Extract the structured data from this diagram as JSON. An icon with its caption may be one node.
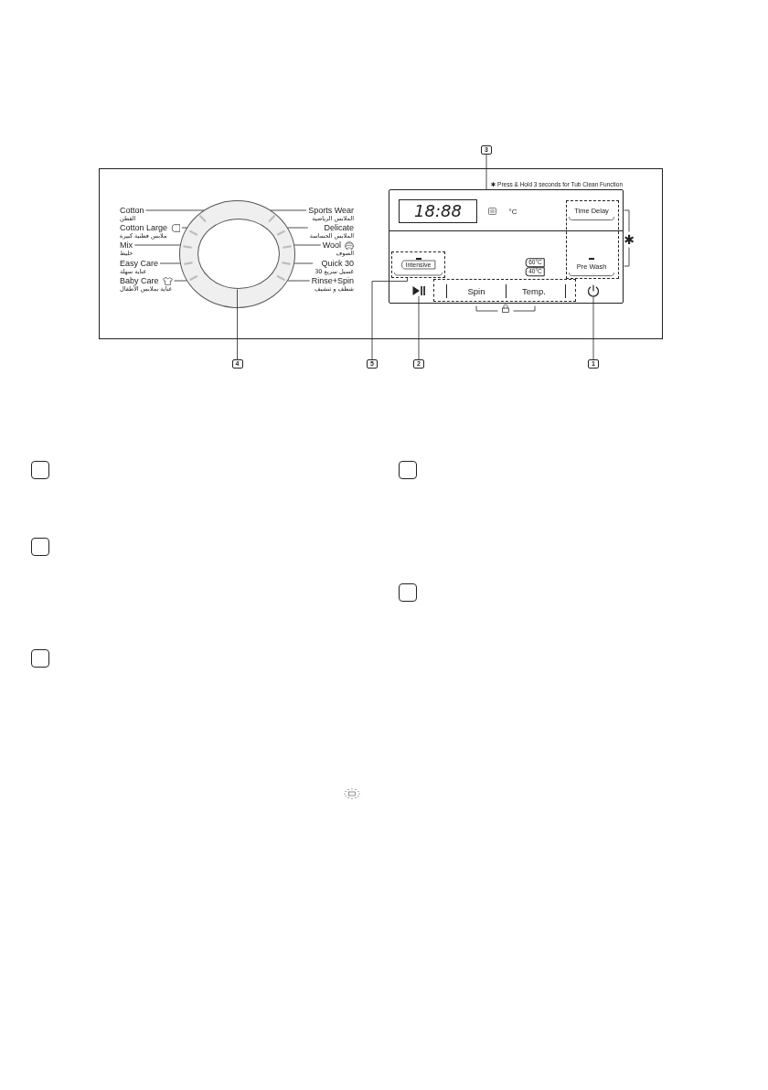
{
  "diagram": {
    "nodes": [
      {
        "text": [],
        "shape": "circle"
      },
      {
        "text": [
          "Cotton",
          "القطن"
        ]
      },
      {
        "text": [
          "Cotton Large",
          "ملابس قطنية كبيرة"
        ]
      },
      {
        "text": [
          "Mix",
          "خليط"
        ]
      },
      {
        "text": [
          "Easy Care",
          "عناية سهلة"
        ]
      },
      {
        "text": [
          "Baby Care",
          "عناية بملابس الأطفال"
        ]
      },
      {
        "text": [
          "Sports Wear",
          "الملابس الرياضية"
        ]
      },
      {
        "text": [
          "Delicate",
          "الملابس الحساسة"
        ]
      },
      {
        "text": [
          "Wool",
          "الصوف"
        ]
      },
      {
        "text": [
          "Quick 30",
          "غسيل سريع 30"
        ]
      },
      {
        "text": [
          "Rinse+Spin",
          "شطف و تنشيف"
        ]
      },
      {
        "text": [],
        "shape": "box"
      },
      {
        "text": [
          "18:88"
        ],
        "in": 11
      },
      {
        "text": [
          "Time Delay"
        ],
        "in": 11
      },
      {
        "text": [
          "Intensive"
        ],
        "in": 11
      },
      {
        "text": [
          "60°C"
        ],
        "in": 11
      },
      {
        "text": [
          "40°C"
        ],
        "in": 11
      },
      {
        "text": [
          "Pre Wash"
        ],
        "in": 11
      },
      {
        "text": [],
        "shape": "picture",
        "in": 11
      },
      {
        "text": [
          "Spin"
        ],
        "in": 11
      },
      {
        "text": [
          "Temp."
        ],
        "in": 11
      },
      {
        "text": [],
        "shape": "picture",
        "in": 11
      },
      {
        "text": [
          "3"
        ]
      },
      {
        "text": [
          "4"
        ]
      },
      {
        "text": [
          "5"
        ]
      },
      {
        "text": [
          "2"
        ]
      },
      {
        "text": [
          "1"
        ]
      },
      {
        "text": [],
        "shape": "box"
      },
      {
        "text": [],
        "shape": "box"
      },
      {
        "text": [],
        "shape": "box"
      },
      {
        "text": [],
        "shape": "box"
      },
      {
        "text": [],
        "shape": "box"
      },
      {
        "text": [],
        "shape": "circle",
        "in": 0
      }
    ],
    "edges": [
      {
        "from": 22,
        "to": 11,
        "arrow": "none"
      },
      {
        "from": 23,
        "to": 32,
        "arrow": "none"
      },
      {
        "from": 24,
        "to": 14,
        "arrow": "none"
      },
      {
        "from": 25,
        "to": 18,
        "arrow": "none"
      },
      {
        "from": 26,
        "to": 21,
        "arrow": "none"
      },
      {
        "from": 1,
        "to": 0,
        "arrow": "none"
      },
      {
        "from": 2,
        "to": 0,
        "arrow": "none"
      },
      {
        "from": 3,
        "to": 0,
        "arrow": "none"
      },
      {
        "from": 4,
        "to": 0,
        "arrow": "none"
      },
      {
        "from": 5,
        "to": 0,
        "arrow": "none"
      },
      {
        "from": 6,
        "to": 0,
        "arrow": "none"
      },
      {
        "from": 7,
        "to": 0,
        "arrow": "none"
      },
      {
        "from": 8,
        "to": 0,
        "arrow": "none"
      },
      {
        "from": 9,
        "to": 0,
        "arrow": "none"
      },
      {
        "from": 10,
        "to": 0,
        "arrow": "none"
      }
    ],
    "labels": [
      "✱ Press & Hold 3 seconds for Tub Clean Function",
      "°C",
      "✱"
    ]
  }
}
